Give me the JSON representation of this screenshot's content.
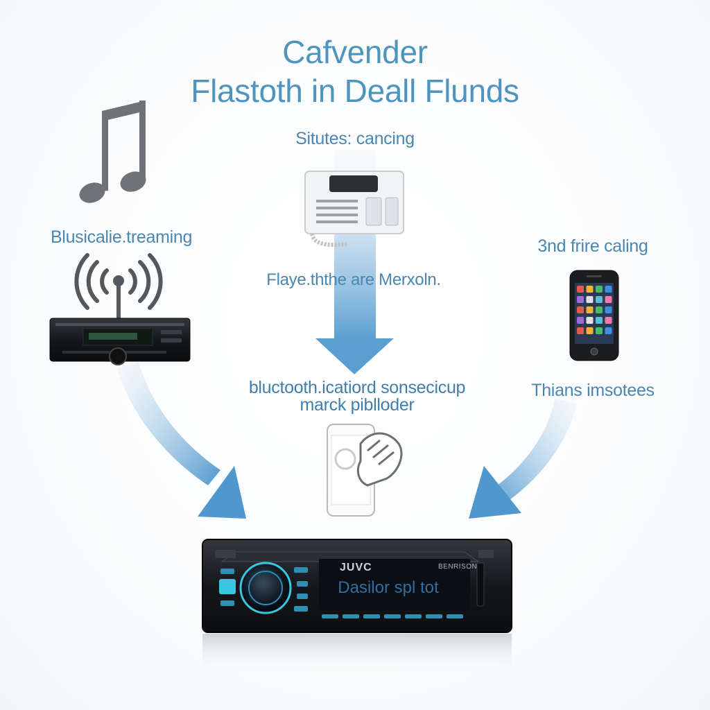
{
  "title": {
    "line1": "Cafvender",
    "line2": "Flastoth in Deall Flunds"
  },
  "labels": {
    "status": "Situtes: cancing",
    "music_streaming": "Blusicalie.treaming",
    "calling": "3nd frire caling",
    "flaye": "Flaye.ththe are Merxoln.",
    "bluetooth_line1": "bluctooth.icatiord sonsecicup",
    "bluetooth_line2": "marck piblloder",
    "thians": "Thians imsotees"
  },
  "head_unit": {
    "brand": "JUVC",
    "display_text": "Dasilor spl tot",
    "model": "BENRISON"
  },
  "icons": [
    "music-note-icon",
    "wireless-signal-icon",
    "car-stereo-small",
    "desk-phone-icon",
    "smartphone-icon",
    "phone-tap-icon",
    "car-stereo-main"
  ],
  "colors": {
    "arrow_blue": "#5a9fd0",
    "text_blue": "#4a86b0",
    "stereo_dark": "#1c1f24",
    "display_glow": "#38c7e0"
  }
}
